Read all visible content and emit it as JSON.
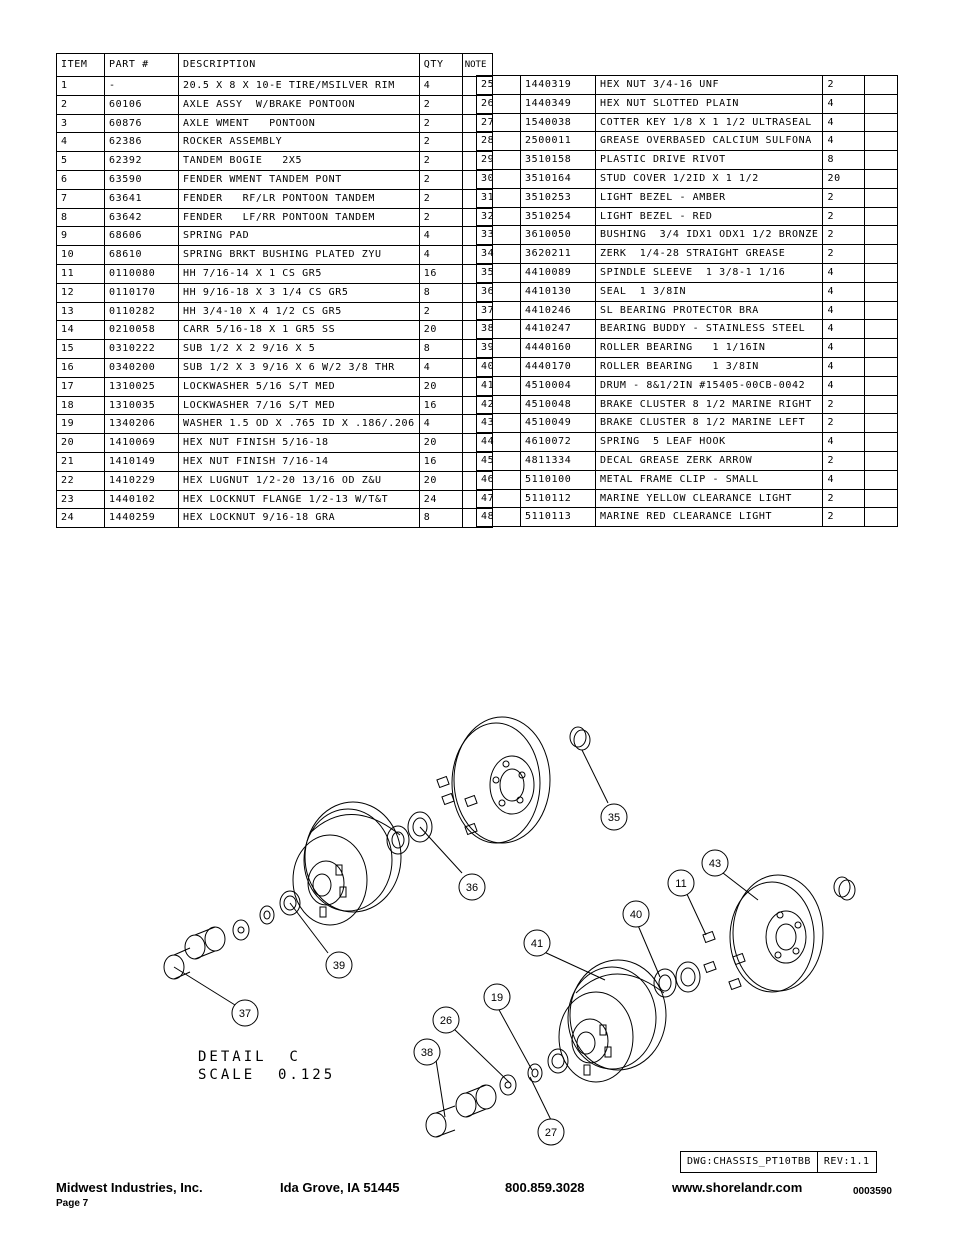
{
  "table_header": {
    "item": "ITEM",
    "part": "PART #",
    "description": "DESCRIPTION",
    "qty": "QTY",
    "note": "NOTE"
  },
  "parts_left": [
    {
      "item": "1",
      "part": "-",
      "description": "20.5 X 8 X 10-E TIRE/MSILVER RIM",
      "qty": "4"
    },
    {
      "item": "2",
      "part": "60106",
      "description": "AXLE ASSY  W/BRAKE PONTOON",
      "qty": "2"
    },
    {
      "item": "3",
      "part": "60876",
      "description": "AXLE WMENT   PONTOON",
      "qty": "2"
    },
    {
      "item": "4",
      "part": "62386",
      "description": "ROCKER ASSEMBLY",
      "qty": "2"
    },
    {
      "item": "5",
      "part": "62392",
      "description": "TANDEM BOGIE   2X5",
      "qty": "2"
    },
    {
      "item": "6",
      "part": "63590",
      "description": "FENDER WMENT TANDEM PONT",
      "qty": "2"
    },
    {
      "item": "7",
      "part": "63641",
      "description": "FENDER   RF/LR PONTOON TANDEM",
      "qty": "2"
    },
    {
      "item": "8",
      "part": "63642",
      "description": "FENDER   LF/RR PONTOON TANDEM",
      "qty": "2"
    },
    {
      "item": "9",
      "part": "68606",
      "description": "SPRING PAD",
      "qty": "4"
    },
    {
      "item": "10",
      "part": "68610",
      "description": "SPRING BRKT BUSHING PLATED ZYU",
      "qty": "4"
    },
    {
      "item": "11",
      "part": "0110080",
      "description": "HH 7/16-14 X 1 CS GR5",
      "qty": "16"
    },
    {
      "item": "12",
      "part": "0110170",
      "description": "HH 9/16-18 X 3 1/4 CS GR5",
      "qty": "8"
    },
    {
      "item": "13",
      "part": "0110282",
      "description": "HH 3/4-10 X 4 1/2 CS GR5",
      "qty": "2"
    },
    {
      "item": "14",
      "part": "0210058",
      "description": "CARR 5/16-18 X 1 GR5 SS",
      "qty": "20"
    },
    {
      "item": "15",
      "part": "0310222",
      "description": "SUB 1/2 X 2 9/16 X 5",
      "qty": "8"
    },
    {
      "item": "16",
      "part": "0340200",
      "description": "SUB 1/2 X 3 9/16 X 6 W/2 3/8 THR",
      "qty": "4"
    },
    {
      "item": "17",
      "part": "1310025",
      "description": "LOCKWASHER 5/16 S/T MED",
      "qty": "20"
    },
    {
      "item": "18",
      "part": "1310035",
      "description": "LOCKWASHER 7/16 S/T MED",
      "qty": "16"
    },
    {
      "item": "19",
      "part": "1340206",
      "description": "WASHER 1.5 OD X .765 ID X .186/.206",
      "qty": "4"
    },
    {
      "item": "20",
      "part": "1410069",
      "description": "HEX NUT FINISH 5/16-18",
      "qty": "20"
    },
    {
      "item": "21",
      "part": "1410149",
      "description": "HEX NUT FINISH 7/16-14",
      "qty": "16"
    },
    {
      "item": "22",
      "part": "1410229",
      "description": "HEX LUGNUT 1/2-20 13/16 OD Z&U",
      "qty": "20"
    },
    {
      "item": "23",
      "part": "1440102",
      "description": "HEX LOCKNUT FLANGE 1/2-13 W/T&T",
      "qty": "24"
    },
    {
      "item": "24",
      "part": "1440259",
      "description": "HEX LOCKNUT 9/16-18 GRA",
      "qty": "8"
    }
  ],
  "parts_right": [
    {
      "item": "25",
      "part": "1440319",
      "description": "HEX NUT 3/4-16 UNF",
      "qty": "2"
    },
    {
      "item": "26",
      "part": "1440349",
      "description": "HEX NUT SLOTTED PLAIN",
      "qty": "4"
    },
    {
      "item": "27",
      "part": "1540038",
      "description": "COTTER KEY 1/8 X 1 1/2 ULTRASEAL",
      "qty": "4"
    },
    {
      "item": "28",
      "part": "2500011",
      "description": "GREASE OVERBASED CALCIUM SULFONA",
      "qty": "4"
    },
    {
      "item": "29",
      "part": "3510158",
      "description": "PLASTIC DRIVE RIVOT",
      "qty": "8"
    },
    {
      "item": "30",
      "part": "3510164",
      "description": "STUD COVER 1/2ID X 1 1/2",
      "qty": "20"
    },
    {
      "item": "31",
      "part": "3510253",
      "description": "LIGHT BEZEL - AMBER",
      "qty": "2"
    },
    {
      "item": "32",
      "part": "3510254",
      "description": "LIGHT BEZEL - RED",
      "qty": "2"
    },
    {
      "item": "33",
      "part": "3610050",
      "description": "BUSHING  3/4 IDX1 ODX1 1/2 BRONZE",
      "qty": "2"
    },
    {
      "item": "34",
      "part": "3620211",
      "description": "ZERK  1/4-28 STRAIGHT GREASE",
      "qty": "2"
    },
    {
      "item": "35",
      "part": "4410089",
      "description": "SPINDLE SLEEVE  1 3/8-1 1/16",
      "qty": "4"
    },
    {
      "item": "36",
      "part": "4410130",
      "description": "SEAL  1 3/8IN",
      "qty": "4"
    },
    {
      "item": "37",
      "part": "4410246",
      "description": "SL BEARING PROTECTOR BRA",
      "qty": "4"
    },
    {
      "item": "38",
      "part": "4410247",
      "description": "BEARING BUDDY - STAINLESS STEEL",
      "qty": "4"
    },
    {
      "item": "39",
      "part": "4440160",
      "description": "ROLLER BEARING   1 1/16IN",
      "qty": "4"
    },
    {
      "item": "40",
      "part": "4440170",
      "description": "ROLLER BEARING   1 3/8IN",
      "qty": "4"
    },
    {
      "item": "41",
      "part": "4510004",
      "description": "DRUM - 8&1/2IN #15405-00CB-0042",
      "qty": "4"
    },
    {
      "item": "42",
      "part": "4510048",
      "description": "BRAKE CLUSTER 8 1/2 MARINE RIGHT",
      "qty": "2"
    },
    {
      "item": "43",
      "part": "4510049",
      "description": "BRAKE CLUSTER 8 1/2 MARINE LEFT",
      "qty": "2"
    },
    {
      "item": "44",
      "part": "4610072",
      "description": "SPRING  5 LEAF HOOK",
      "qty": "4"
    },
    {
      "item": "45",
      "part": "4811334",
      "description": "DECAL GREASE ZERK ARROW",
      "qty": "2"
    },
    {
      "item": "46",
      "part": "5110100",
      "description": "METAL FRAME CLIP - SMALL",
      "qty": "4"
    },
    {
      "item": "47",
      "part": "5110112",
      "description": "MARINE YELLOW CLEARANCE LIGHT",
      "qty": "2"
    },
    {
      "item": "48",
      "part": "5110113",
      "description": "MARINE RED CLEARANCE LIGHT",
      "qty": "2"
    }
  ],
  "drawing": {
    "callouts": {
      "c35": "35",
      "c36": "36",
      "c39": "39",
      "c37": "37",
      "c43": "43",
      "c11": "11",
      "c40": "40",
      "c41": "41",
      "c19": "19",
      "c26": "26",
      "c38": "38",
      "c27": "27"
    },
    "detail_title": "DETAIL  C",
    "detail_scale": "SCALE  0.125"
  },
  "title_block": {
    "dwg": "DWG:CHASSIS_PT10TBB",
    "rev": "REV:1.1"
  },
  "footer": {
    "company": "Midwest Industries, Inc.",
    "location": "Ida Grove, IA  51445",
    "phone": "800.859.3028",
    "website": "www.shorelandr.com",
    "doc_code": "0003590",
    "page": "Page 7"
  }
}
